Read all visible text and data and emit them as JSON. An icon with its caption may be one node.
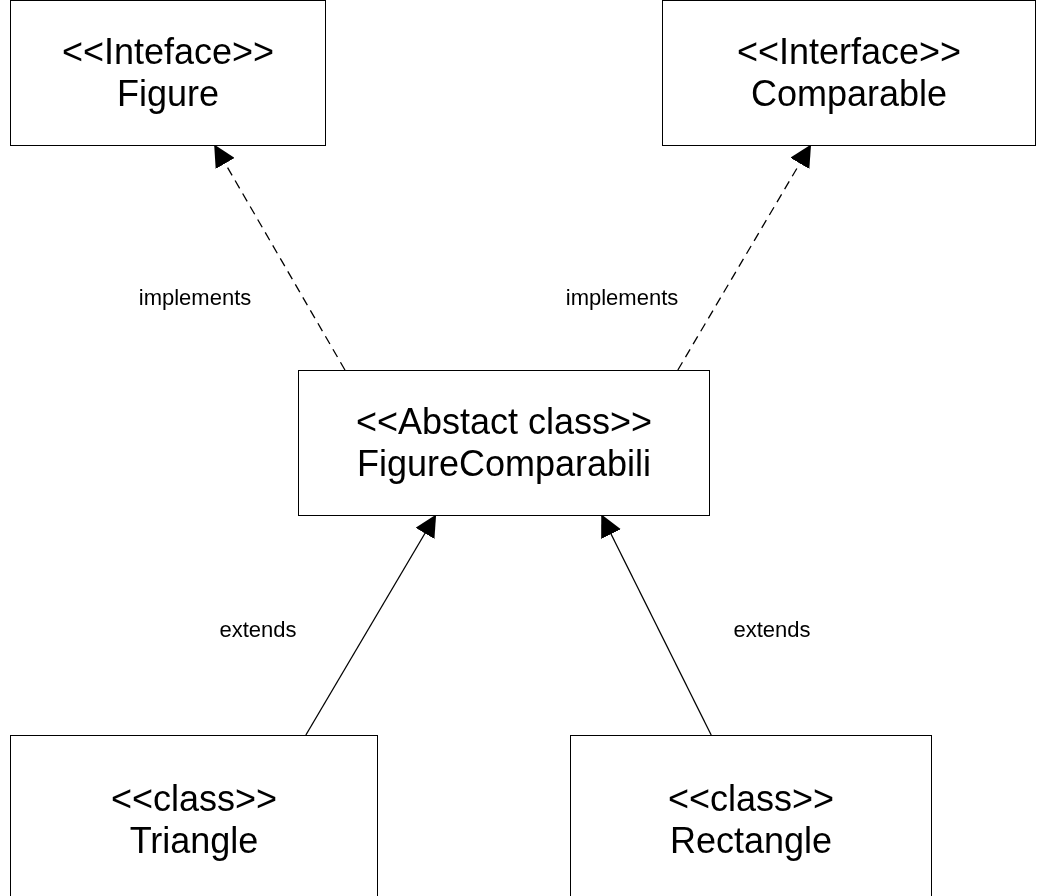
{
  "diagram": {
    "nodes": [
      {
        "text": [
          "<<Inteface>>",
          "Figure"
        ]
      },
      {
        "text": [
          "<<Interface>>",
          "Comparable"
        ]
      },
      {
        "text": [
          "<<Abstact class>>",
          "FigureComparabili"
        ]
      },
      {
        "text": [
          "<<class>>",
          "Triangle"
        ]
      },
      {
        "text": [
          "<<class>>",
          "Rectangle"
        ]
      }
    ],
    "edges": [
      {
        "from": 2,
        "to": 0,
        "arrow": "to",
        "style": "dashed",
        "label": "implements"
      },
      {
        "from": 2,
        "to": 1,
        "arrow": "to",
        "style": "dashed",
        "label": "implements"
      },
      {
        "from": 3,
        "to": 2,
        "arrow": "to",
        "label": "extends"
      },
      {
        "from": 4,
        "to": 2,
        "arrow": "to",
        "label": "extends"
      }
    ]
  }
}
